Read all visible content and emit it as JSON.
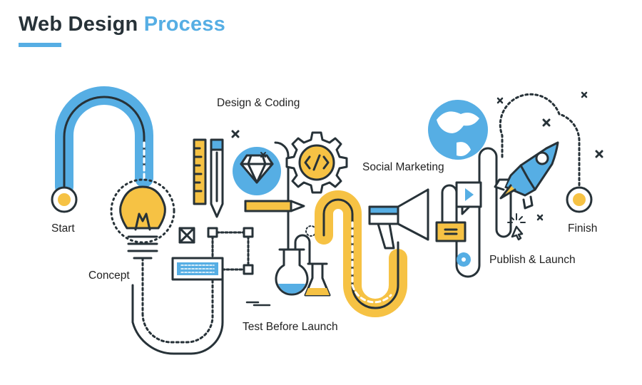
{
  "title": {
    "part1": "Web Design",
    "part2": "Process"
  },
  "stages": {
    "start": "Start",
    "concept": "Concept",
    "design_coding": "Design & Coding",
    "test": "Test Before Launch",
    "social": "Social Marketing",
    "publish": "Publish & Launch",
    "finish": "Finish"
  },
  "icons": [
    "lightbulb-icon",
    "ruler-icon",
    "pencil-icon",
    "diamond-icon",
    "gear-code-icon",
    "keyboard-icon",
    "flask-icon",
    "megaphone-icon",
    "globe-icon",
    "video-message-icon",
    "rocket-icon",
    "cursor-icon"
  ],
  "colors": {
    "blue": "#56AEE4",
    "yellow": "#F6C244",
    "dark": "#273238",
    "title": "#273238"
  }
}
